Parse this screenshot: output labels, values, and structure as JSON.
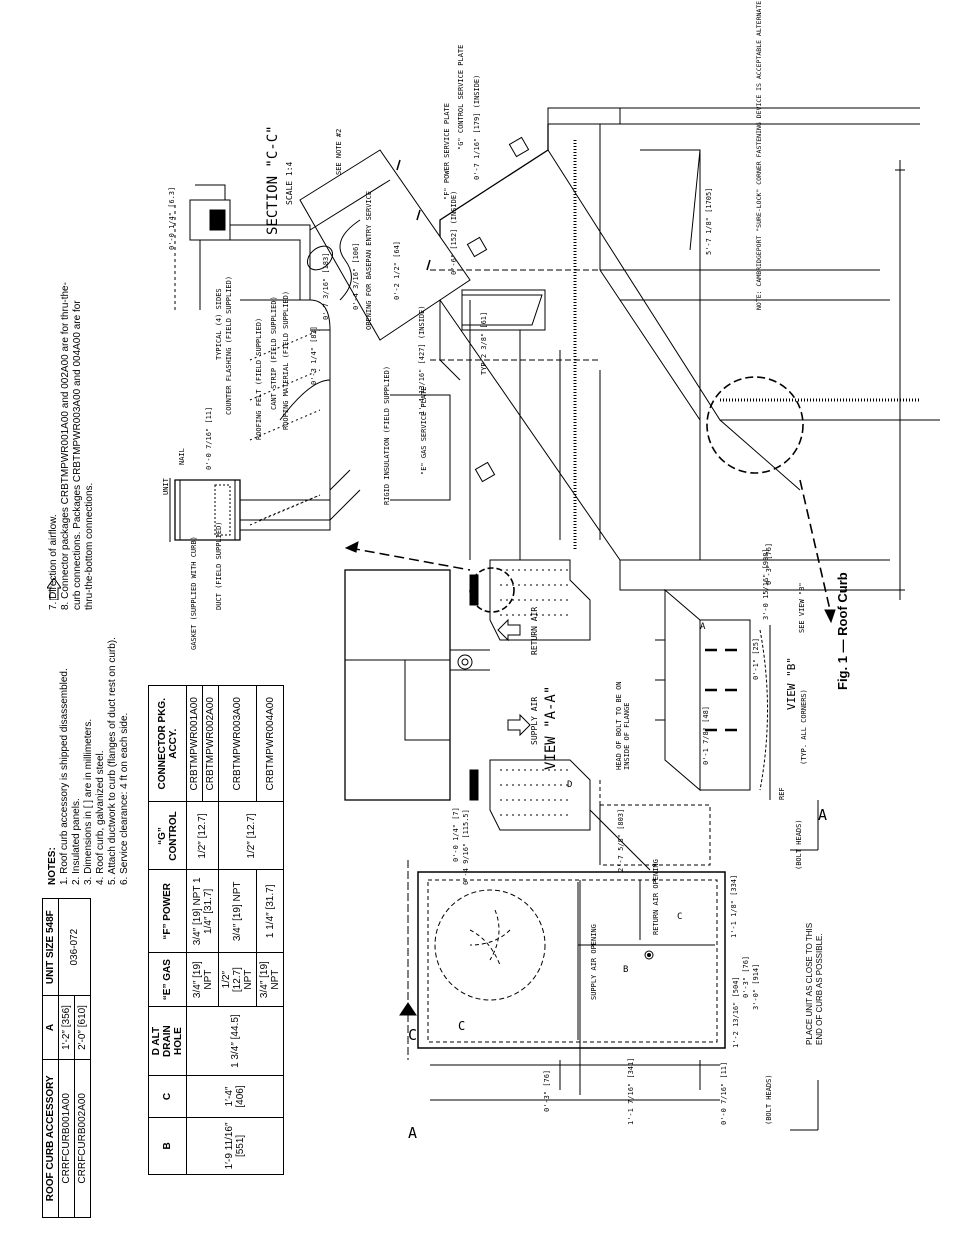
{
  "figure_caption": "Fig. 1 — Roof Curb",
  "table1": {
    "headers": [
      "ROOF CURB ACCESSORY",
      "A",
      "UNIT SIZE 548F"
    ],
    "rows": [
      {
        "accessory": "CRRFCURB001A00",
        "a": "1′-2″ [356]"
      },
      {
        "accessory": "CRRFCURB002A00",
        "a": "2′-0″ [610]"
      }
    ],
    "unit_size": "036-072"
  },
  "table2": {
    "headers": [
      "B",
      "C",
      "D ALT DRAIN HOLE",
      "“E” GAS",
      "“F” POWER",
      "“G” CONTROL",
      "CONNECTOR PKG. ACCY."
    ],
    "b": "1′-9 11/16″ [551]",
    "c": "1′-4″ [406]",
    "d": "1 3/4″ [44.5]",
    "rows": [
      {
        "e": "3/4″ [19] NPT",
        "f": "3/4″ [19] NPT 1 1/4″ [31.7]",
        "g": "1/2″ [12.7]",
        "pkg": "CRBTMPWR001A00"
      },
      {
        "e": "",
        "f": "",
        "g": "",
        "pkg": "CRBTMPWR002A00"
      },
      {
        "e": "1/2″ [12.7] NPT",
        "f": "3/4″ [19] NPT",
        "g": "1/2″ [12.7]",
        "pkg": "CRBTMPWR003A00"
      },
      {
        "e": "3/4″ [19] NPT",
        "f": "1 1/4″ [31.7]",
        "g": "",
        "pkg": "CRBTMPWR004A00"
      }
    ]
  },
  "notes": {
    "title": "NOTES:",
    "items": [
      "1. Roof curb accessory is shipped disassembled.",
      "2. Insulated panels.",
      "3. Dimensions in [  ] are in millimeters.",
      "4. Roof curb, galvanized steel.",
      "5. Attach ductwork to curb (flanges of duct rest on curb).",
      "6. Service clearance: 4 ft on each side."
    ],
    "item7": "7.      Direction of airflow.",
    "item8": [
      "8. Connector packages CRBTMPWR001A00 and 002A00 are for thru-the-",
      "curb connections. Packages CRBTMPWR003A00 and 004A00 are for",
      "thru-the-bottom connections."
    ]
  },
  "drawing_labels": {
    "view_aa": "VIEW \"A-A\"",
    "section_cc": "SECTION \"C-C\"",
    "scale": "SCALE 1:4",
    "see_view_b": "SEE VIEW \"B\"",
    "see_note_2": "SEE NOTE #2",
    "view_b": "VIEW \"B\"",
    "view_b_sub": "(TYP. ALL CORNERS)",
    "supply_air": "SUPPLY AIR",
    "return_air": "RETURN AIR",
    "supply_opening": "SUPPLY AIR OPENING",
    "return_opening": "RETURN AIR OPENING",
    "place_unit": "PLACE UNIT AS CLOSE TO THIS",
    "place_unit2": "END OF CURB AS POSSIBLE.",
    "head_bolt": "HEAD OF BOLT TO BE ON",
    "head_bolt2": "INSIDE OF FLANGE",
    "gasket": "GASKET (SUPPLIED WITH CURB)",
    "duct": "DUCT (FIELD SUPPLIED)",
    "unit": "UNIT",
    "nail": "NAIL",
    "counter_flashing": "COUNTER FLASHING (FIELD SUPPLIED)",
    "roofing_felt": "ROOFING FELT (FIELD SUPPLIED)",
    "cant_strip": "CANT STRIP (FIELD SUPPLIED)",
    "roofing_material": "ROOFING MATERIAL (FIELD SUPPLIED)",
    "rigid_insulation": "RIGID INSULATION (FIELD SUPPLIED)",
    "typical_sides": "TYPICAL (4) SIDES",
    "basepan": "OPENING FOR BASEPAN ENTRY SERVICE",
    "gas_plate": "\"E\" GAS SERVICE PLATE",
    "power_plate": "\"F\" POWER SERVICE PLATE",
    "control_plate": "\"G\" CONTROL SERVICE PLATE",
    "corner_note": "NOTE: CAMBRIDGEPORT \"SURE-LOCK\" CORNER FASTENING DEVICE IS ACCEPTABLE ALTERNATE CONSTRUCTION.",
    "bolt_heads": "(BOLT HEADS)",
    "ref": "REF",
    "d_label": "D",
    "a_label": "A",
    "b_label": "B",
    "c_label": "C",
    "dims": {
      "d1": "0'-0 1/4\" [6.3]",
      "d2": "0'-0 7/16\" [11]",
      "d3": "0'-3 1/4\" [83]",
      "d4": "0'-4 3/16\" [106]",
      "d5": "0'-7 3/16\" [183]",
      "d6": "0'-2 1/2\" [64]",
      "d7": "1'-4 13/16\" [427] (INSIDE)",
      "d8": "TYP 2 3/8\" [61]",
      "d9": "0'-6\" [152] (INSIDE)",
      "d10": "0'-7 1/16\" [179] (INSIDE)",
      "d11": "5'-7 1/8\" [1705]",
      "d12": "3'-0 15/16\" [938]",
      "d13": "0'-1\" [25]",
      "d14": "0'-3\" [76]",
      "d15": "0'-1 7/8\" [48]",
      "d16": "0'-0 1/4\" [7]",
      "d17": "0'-4 9/16\" [115.5]",
      "d18": "2'-7 5/8\" [803]",
      "d19": "1'-1 1/8\" [334]",
      "d20": "0'-3\" [76]",
      "d21": "1'-2 13/16\" [504]",
      "d22": "3'-0\" [914]",
      "d23": "0'-3\" [76]",
      "d24": "1'-1 7/16\" [341]",
      "d25": "0'-0 7/16\" [11]"
    }
  }
}
